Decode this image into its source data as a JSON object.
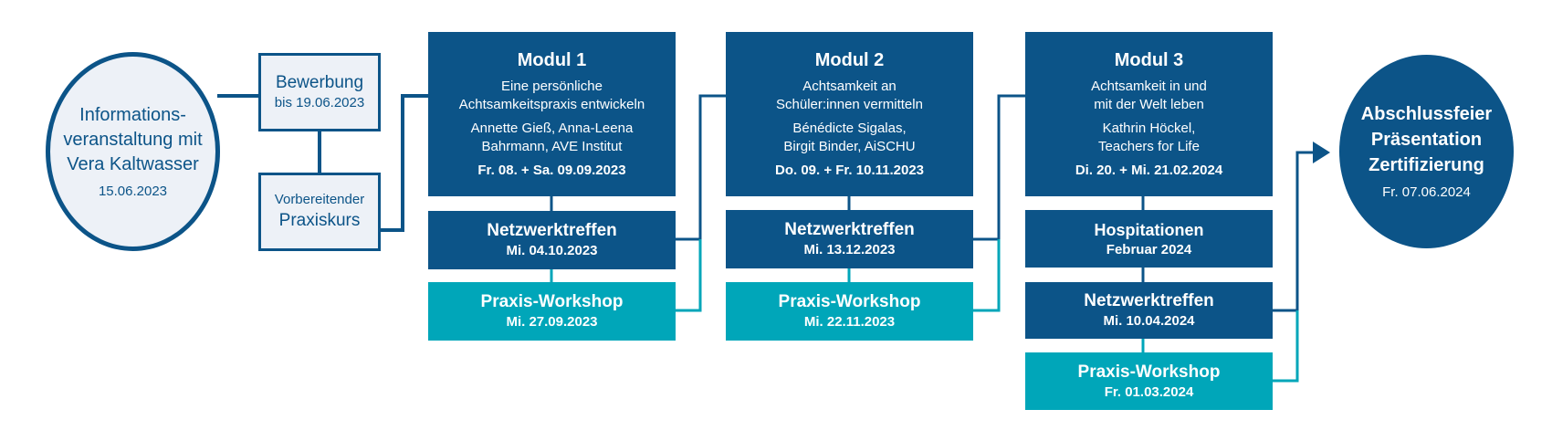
{
  "colors": {
    "dark_blue": "#0c5488",
    "teal": "#00a6b9",
    "light_fill": "#edf1f7",
    "connector_teal": "#00a6b9"
  },
  "info": {
    "line1": "Informations-",
    "line2": "veranstaltung mit",
    "line3": "Vera Kaltwasser",
    "date": "15.06.2023"
  },
  "bewerbung": {
    "title": "Bewerbung",
    "date": "bis 19.06.2023"
  },
  "praxiskurs": {
    "line1": "Vorbereitender",
    "line2": "Praxiskurs"
  },
  "modul1": {
    "title": "Modul 1",
    "topic1": "Eine persönliche",
    "topic2": "Achtsamkeitspraxis entwickeln",
    "people1": "Annette Gieß, Anna-Leena",
    "people2": "Bahrmann, AVE Institut",
    "date": "Fr. 08. + Sa. 09.09.2023",
    "netz_title": "Netzwerktreffen",
    "netz_date": "Mi. 04.10.2023",
    "ws_title": "Praxis-Workshop",
    "ws_date": "Mi. 27.09.2023"
  },
  "modul2": {
    "title": "Modul 2",
    "topic1": "Achtsamkeit an",
    "topic2": "Schüler:innen vermitteln",
    "people1": "Bénédicte Sigalas,",
    "people2": "Birgit Binder, AiSCHU",
    "date": "Do. 09. + Fr. 10.11.2023",
    "netz_title": "Netzwerktreffen",
    "netz_date": "Mi. 13.12.2023",
    "ws_title": "Praxis-Workshop",
    "ws_date": "Mi. 22.11.2023"
  },
  "modul3": {
    "title": "Modul 3",
    "topic1": "Achtsamkeit in und",
    "topic2": "mit der Welt leben",
    "people1": "Kathrin Höckel,",
    "people2": "Teachers for Life",
    "date": "Di. 20. + Mi. 21.02.2024",
    "hosp_title": "Hospitationen",
    "hosp_date": "Februar 2024",
    "netz_title": "Netzwerktreffen",
    "netz_date": "Mi. 10.04.2024",
    "ws_title": "Praxis-Workshop",
    "ws_date": "Fr. 01.03.2024"
  },
  "final": {
    "line1": "Abschlussfeier",
    "line2": "Präsentation",
    "line3": "Zertifizierung",
    "date": "Fr. 07.06.2024"
  }
}
